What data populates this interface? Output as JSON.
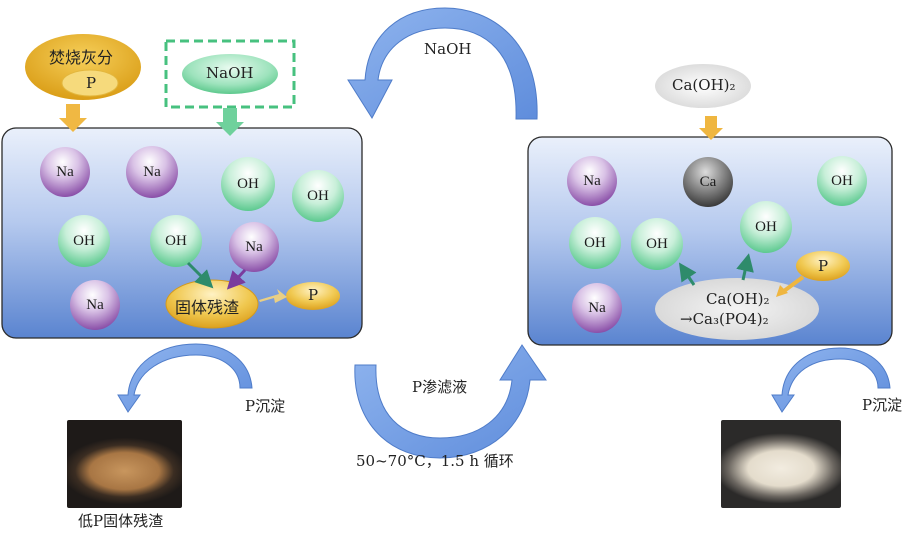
{
  "left_panel": {
    "ash_label": "焚烧灰分",
    "ash_p": "P",
    "naoh_box": "NaOH",
    "ions": [
      "Na",
      "Na",
      "OH",
      "OH",
      "OH",
      "OH",
      "Na",
      "Na"
    ],
    "residue_label": "固体残渣",
    "residue_p": "P"
  },
  "right_panel": {
    "caoh_label": "Ca(OH)₂",
    "ions": [
      "Na",
      "Ca",
      "OH",
      "OH",
      "OH",
      "OH",
      "Na"
    ],
    "p_label": "P",
    "reaction_line1": "Ca(OH)₂",
    "reaction_line2": "→Ca₃(PO4)₂"
  },
  "cycle": {
    "top_label": "NaOH",
    "bottom_label": "P渗滤液",
    "condition": "50~70°C，1.5 h  循环"
  },
  "outputs": {
    "left_precip": "P沉淀",
    "left_photo_caption": "低P固体残渣",
    "right_precip": "P沉淀"
  },
  "colors": {
    "panel_top": "#e4ecfa",
    "panel_bottom": "#5b85d1",
    "arc": "#6f9be2",
    "na": "#8a4fa8",
    "oh": "#5cc98f",
    "gold": "#d9a21f",
    "ca": "#555555"
  }
}
